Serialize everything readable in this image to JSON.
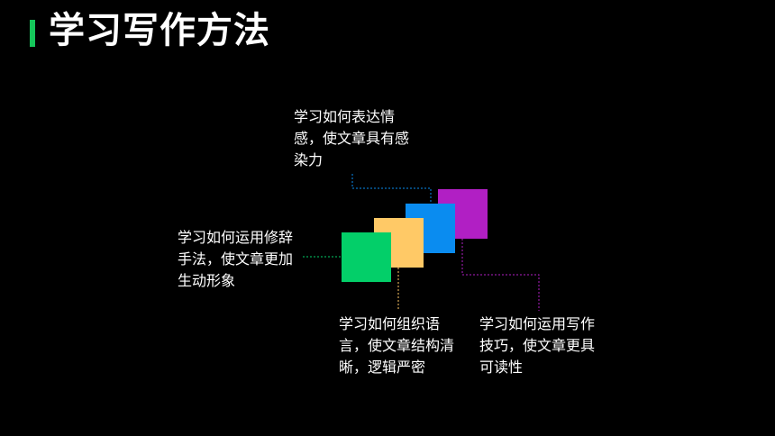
{
  "header": {
    "title": "学习写作方法"
  },
  "diagram": {
    "items": [
      {
        "text": "学习如何表达情感，使文章具有感染力",
        "color": "#0a8cf0"
      },
      {
        "text": "学习如何运用修辞手法，使文章更加生动形象",
        "color": "#03cf69"
      },
      {
        "text": "学习如何组织语言，使文章结构清晰，逻辑严密",
        "color": "#ffc966"
      },
      {
        "text": "学习如何运用写作技巧，使文章更具可读性",
        "color": "#b11fc4"
      }
    ]
  },
  "colors": {
    "background": "#000000",
    "accent_bar": "#15c65a",
    "text": "#ffffff"
  }
}
